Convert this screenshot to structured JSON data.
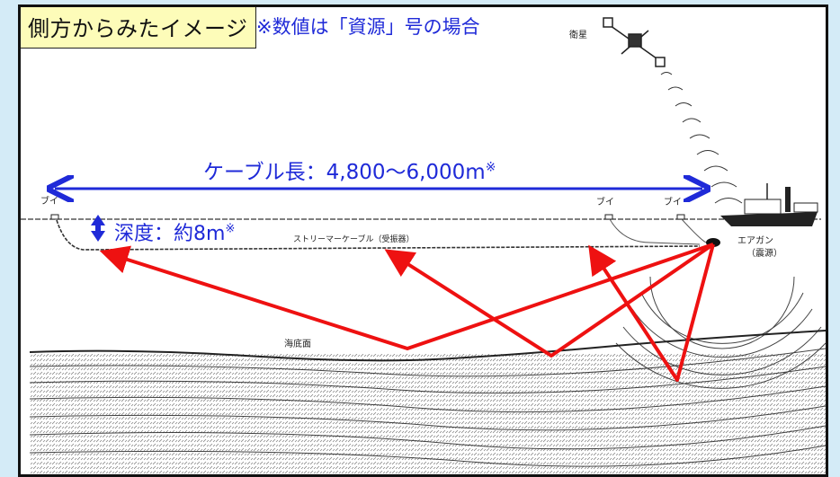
{
  "title": "側方からみたイメージ",
  "note": "※数値は「資源」号の場合",
  "cable_length": {
    "text": "ケーブル長：4,800～6,000m",
    "mark": "※"
  },
  "depth": {
    "text": "深度：約8m",
    "mark": "※"
  },
  "labels": {
    "satellite": "衛星",
    "buoy": "ブイ",
    "streamer": "ストリーマーケーブル（受振器）",
    "airgun": "エアガン",
    "source": "（震源）",
    "seafloor": "海底面"
  },
  "colors": {
    "annotation_blue": "#1f2ad8",
    "ray_red": "#ee1111",
    "title_bg": "#fdfcb9",
    "page_bg": "#d4ebf7"
  }
}
